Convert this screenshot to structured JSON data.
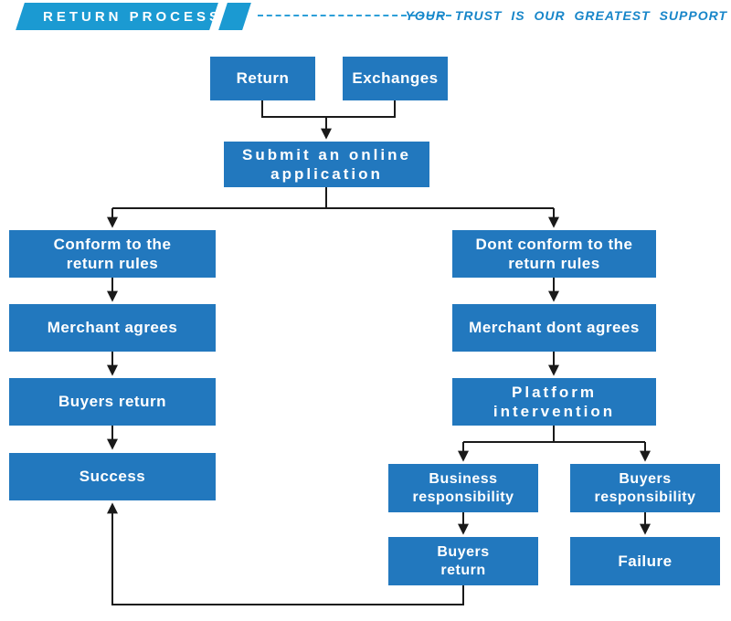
{
  "header": {
    "title": "RETURN PROCESS",
    "tagline": "YOUR TRUST IS OUR GREATEST SUPPORT"
  },
  "colors": {
    "header_blue": "#1b9ad2",
    "tagline_blue": "#1886c9",
    "box_blue": "#2278be",
    "arrow_black": "#1a1a1a"
  },
  "nodes": {
    "return": {
      "line1": "Return",
      "line2": ""
    },
    "exchanges": {
      "line1": "Exchanges",
      "line2": ""
    },
    "submit": {
      "line1": "Submit an online",
      "line2": "application"
    },
    "conform": {
      "line1": "Conform to the",
      "line2": "return rules"
    },
    "merchant_agrees": {
      "line1": "Merchant agrees",
      "line2": ""
    },
    "buyers_return_left": {
      "line1": "Buyers return",
      "line2": ""
    },
    "success": {
      "line1": "Success",
      "line2": ""
    },
    "dont_conform": {
      "line1": "Dont conform to the",
      "line2": "return rules"
    },
    "merchant_dont_agrees": {
      "line1": "Merchant dont agrees",
      "line2": ""
    },
    "platform": {
      "line1": "Platform",
      "line2": "intervention"
    },
    "business_resp": {
      "line1": "Business",
      "line2": "responsibility"
    },
    "buyers_resp": {
      "line1": "Buyers",
      "line2": "responsibility"
    },
    "buyers_return_right": {
      "line1": "Buyers",
      "line2": "return"
    },
    "failure": {
      "line1": "Failure",
      "line2": ""
    }
  }
}
